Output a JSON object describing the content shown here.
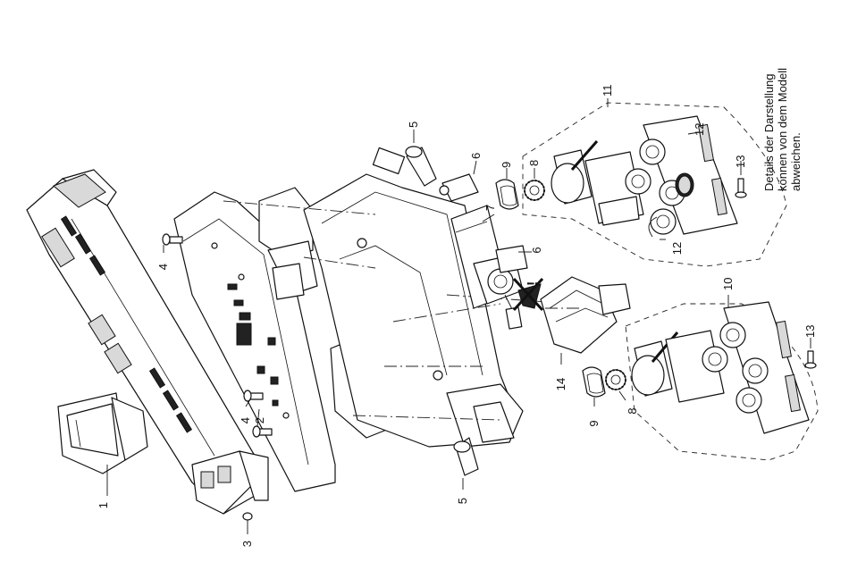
{
  "note_lines": [
    "Details der Darstellung",
    "können von dem Modell",
    "abweichen."
  ],
  "labels": {
    "l1": "1",
    "l2": "2",
    "l3": "3",
    "l4a": "4",
    "l4b": "4",
    "l5a": "5",
    "l5b": "5",
    "l6a": "6",
    "l6b": "6",
    "l7": "7",
    "l8a": "8",
    "l8b": "8",
    "l9a": "9",
    "l9b": "9",
    "l10": "10",
    "l11": "11",
    "l12a": "12",
    "l12b": "12",
    "l13a": "13",
    "l13b": "13",
    "l14": "14"
  },
  "warning_symbol": "no-oil-warning-icon"
}
